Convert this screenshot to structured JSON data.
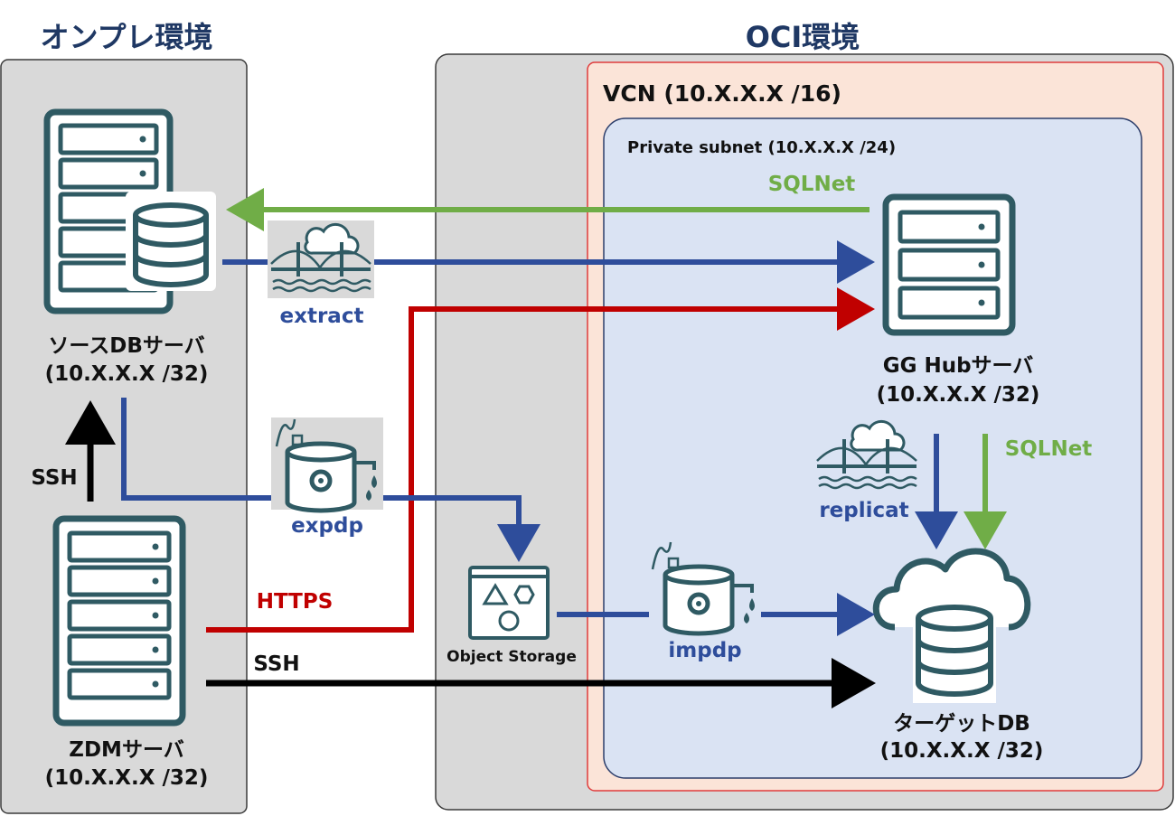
{
  "regions": {
    "onprem": "オンプレ環境",
    "oci": "OCI環境",
    "vcn": "VCN (10.X.X.X /16)",
    "subnet": "Private subnet (10.X.X.X /24)"
  },
  "nodes": {
    "source_db": {
      "name": "ソースDBサーバ",
      "ip": "(10.X.X.X /32)"
    },
    "zdm": {
      "name": "ZDMサーバ",
      "ip": "(10.X.X.X /32)"
    },
    "gg_hub": {
      "name": "GG Hubサーバ",
      "ip": "(10.X.X.X /32)"
    },
    "target_db": {
      "name": "ターゲットDB",
      "ip": "(10.X.X.X /32)"
    },
    "object_storage": {
      "name": "Object Storage"
    }
  },
  "connections": {
    "sqlnet_top": "SQLNet",
    "sqlnet_right": "SQLNet",
    "extract": "extract",
    "replicat": "replicat",
    "expdp": "expdp",
    "impdp": "impdp",
    "https": "HTTPS",
    "ssh_up": "SSH",
    "ssh_bottom": "SSH"
  },
  "colors": {
    "title": "#1f3864",
    "icon": "#2f5a63",
    "blue_line": "#2e4d9b",
    "green_line": "#70ad47",
    "red_line": "#c00000",
    "black_line": "#000000",
    "gray_panel": "#d9d9d9",
    "vcn_fill": "#fbe4d8",
    "vcn_border": "#e03c3c",
    "subnet_fill": "#dae3f3",
    "subnet_border": "#2c3e6b"
  }
}
